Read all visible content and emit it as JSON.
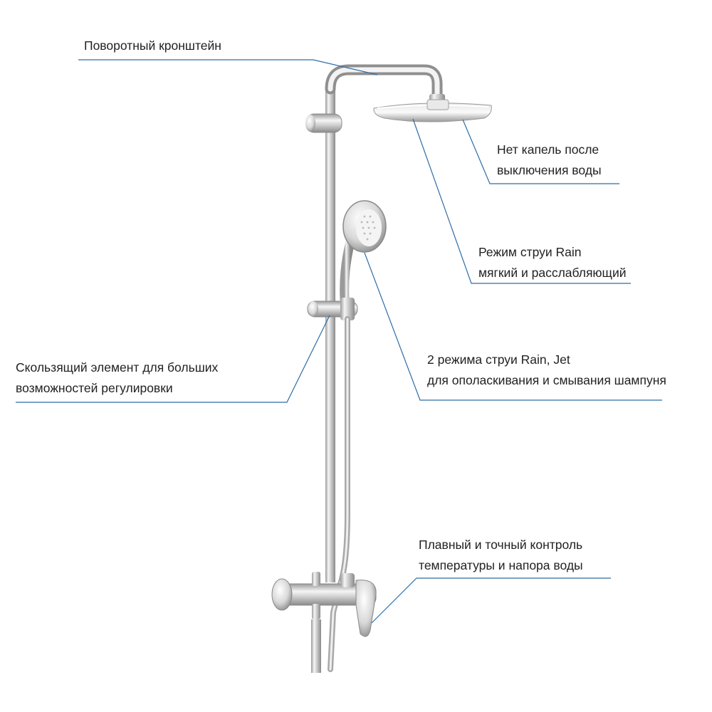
{
  "colors": {
    "leader_line": "#2e6da4",
    "text": "#222222",
    "chrome_light": "#f2f2f2",
    "chrome_mid": "#c4c4c4",
    "chrome_dark": "#8a8a8a",
    "background": "#ffffff"
  },
  "callouts": {
    "swivel_arm": {
      "line1": "Поворотный кронштейн"
    },
    "no_drips": {
      "line1": "Нет капель после",
      "line2": "выключения воды"
    },
    "rain_mode": {
      "line1": "Режим струи Rain",
      "line2": "мягкий и расслабляющий"
    },
    "hand_modes": {
      "line1": "2 режима струи Rain, Jet",
      "line2": "для ополаскивания и смывания шампуня"
    },
    "slider": {
      "line1": "Скользящий элемент для больших",
      "line2": "возможностей регулировки"
    },
    "mixer": {
      "line1": "Плавный и точный контроль",
      "line2": "температуры и напора воды"
    }
  }
}
